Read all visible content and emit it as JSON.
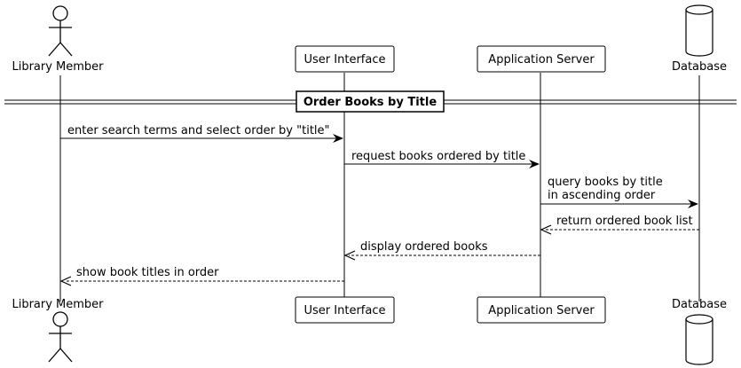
{
  "participants": {
    "member": {
      "name": "Library Member",
      "kind": "actor"
    },
    "ui": {
      "name": "User Interface",
      "kind": "box"
    },
    "server": {
      "name": "Application Server",
      "kind": "box"
    },
    "db": {
      "name": "Database",
      "kind": "database"
    }
  },
  "group_title": "Order Books by Title",
  "messages": [
    {
      "id": "m1",
      "from": "member",
      "to": "ui",
      "lines": [
        "enter search terms and select order by \"title\""
      ],
      "style": "solid"
    },
    {
      "id": "m2",
      "from": "ui",
      "to": "server",
      "lines": [
        "request books ordered by title"
      ],
      "style": "solid"
    },
    {
      "id": "m3",
      "from": "server",
      "to": "db",
      "lines": [
        "query books by title",
        "in ascending order"
      ],
      "style": "solid"
    },
    {
      "id": "m4",
      "from": "db",
      "to": "server",
      "lines": [
        "return ordered book list"
      ],
      "style": "dashed"
    },
    {
      "id": "m5",
      "from": "server",
      "to": "ui",
      "lines": [
        "display ordered books"
      ],
      "style": "dashed"
    },
    {
      "id": "m6",
      "from": "ui",
      "to": "member",
      "lines": [
        "show book titles in order"
      ],
      "style": "dashed"
    }
  ]
}
